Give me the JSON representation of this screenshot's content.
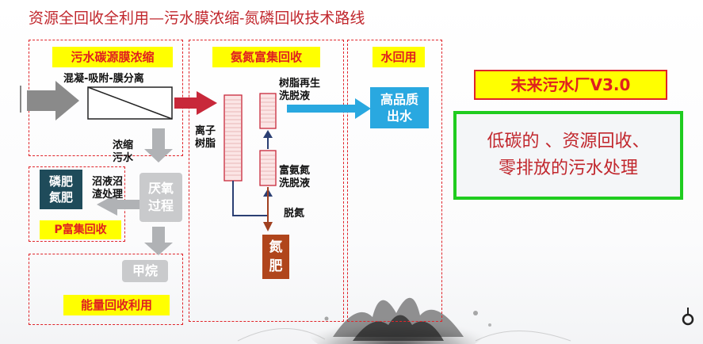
{
  "title": "资源全回收全利用—污水膜浓缩-氮磷回收技术路线",
  "sections": {
    "carbon": "污水碳源膜浓缩",
    "nitrogen": "氨氮富集回收",
    "water": "水回用"
  },
  "labels": {
    "membrane": "混凝-吸附-膜分离",
    "concentrate": [
      "浓缩",
      "污水"
    ],
    "digestate": [
      "沼液沼",
      "渣处理"
    ],
    "anaerobic": [
      "厌氧",
      "过程"
    ],
    "phosphorus_product": [
      "磷肥",
      "氮肥"
    ],
    "p_recovery": "P富集回收",
    "methane": "甲烷",
    "energy_recovery": "能量回收利用",
    "ion_resin": [
      "离子",
      "树脂"
    ],
    "resin_regen": [
      "树脂再生",
      "洗脱液"
    ],
    "rich_ammonia": [
      "富氨氮",
      "洗脱液"
    ],
    "denitrify": "脱氮",
    "n_fertilizer": [
      "氮",
      "肥"
    ],
    "water_product": [
      "高品质",
      "出水"
    ]
  },
  "future": {
    "name": "未来污水厂V3.0",
    "slogan": [
      "低碳的 、资源回收、",
      "零排放的污水处理"
    ]
  },
  "colors": {
    "dash_red": "#e0242a",
    "label_yellow": "#ffff00",
    "flow_red": "#c8283a",
    "flow_blue": "#29a8e0",
    "flow_gray": "#b0b2b5",
    "green_box": "#1fcc1f",
    "dark_teal": "#1f4b5a",
    "brown": "#b0451c"
  },
  "icons": [
    "water-splash-icon",
    "loop-icon"
  ]
}
